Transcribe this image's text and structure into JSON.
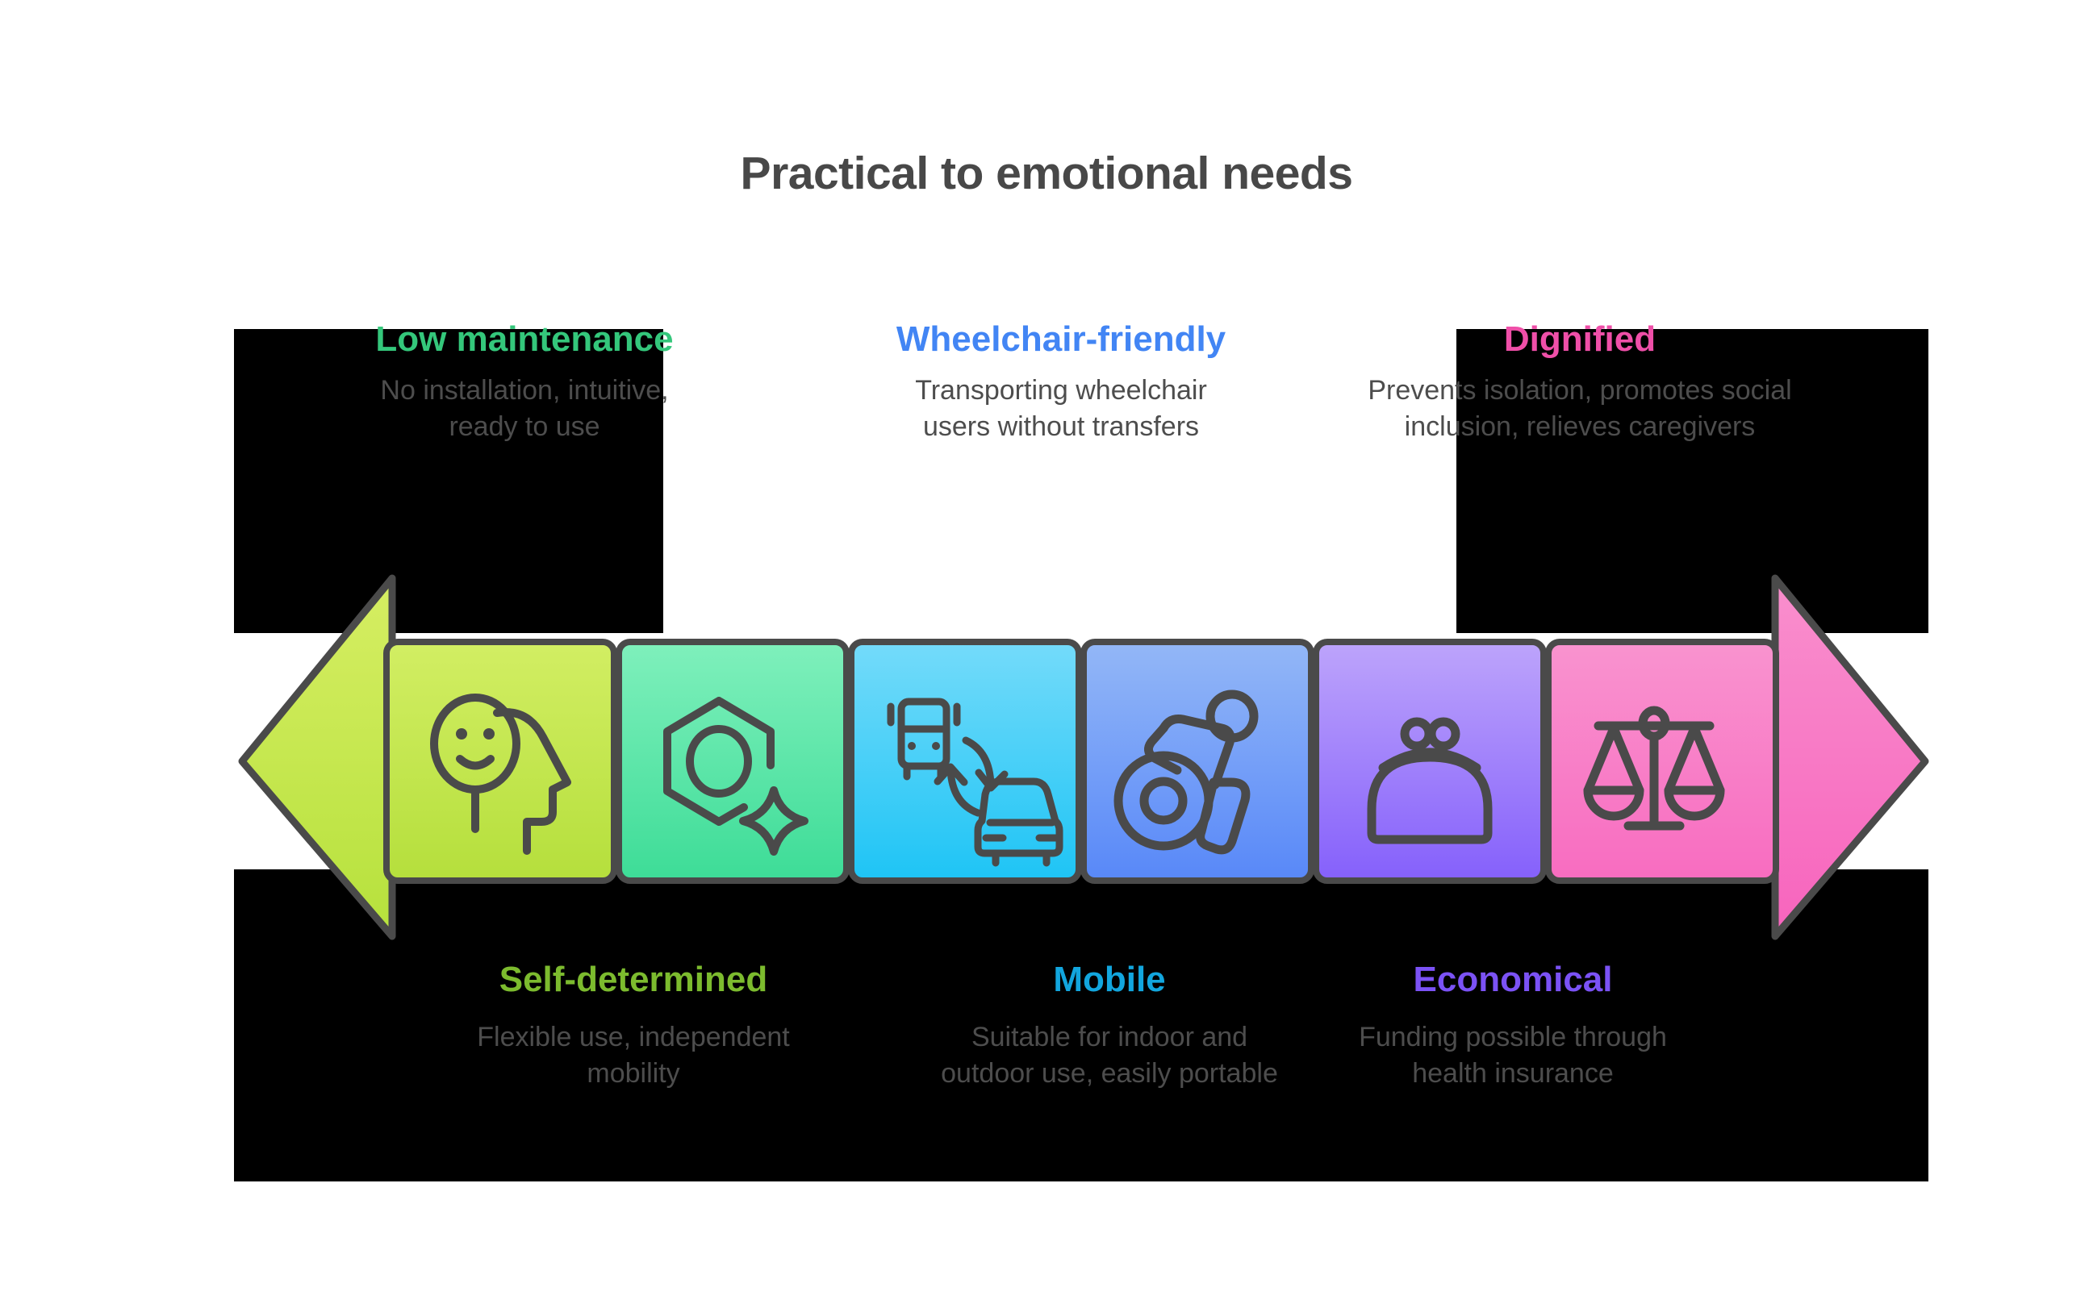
{
  "title": "Practical to emotional needs",
  "colors": {
    "title_text": "#484848",
    "body_text": "#4d4d4d",
    "stroke": "#4a4a4a",
    "backdrop": "#000000",
    "page_background": "#ffffff"
  },
  "callouts": {
    "top": [
      {
        "id": "low-maintenance",
        "headline": "Low maintenance",
        "headline_color": "#34c77b",
        "body": "No installation, intuitive, ready to use"
      },
      {
        "id": "wheelchair-friendly",
        "headline": "Wheelchair-friendly",
        "headline_color": "#4285f4",
        "body": "Transporting wheelchair users without transfers"
      },
      {
        "id": "dignified",
        "headline": "Dignified",
        "headline_color": "#ef4fa8",
        "body": "Prevents isolation, promotes social inclusion, relieves caregivers"
      }
    ],
    "bottom": [
      {
        "id": "self-determined",
        "headline": "Self-determined",
        "headline_color": "#7cbb2e",
        "body": "Flexible use, independent mobility"
      },
      {
        "id": "mobile",
        "headline": "Mobile",
        "headline_color": "#12a6de",
        "body": "Suitable for indoor and outdoor use, easily portable"
      },
      {
        "id": "economical",
        "headline": "Economical",
        "headline_color": "#7b52f5",
        "body": "Funding possible through health insurance"
      }
    ]
  },
  "arrow": {
    "direction": "bidirectional",
    "left_head_color_top": "#d6ee63",
    "left_head_color_bottom": "#b6e13c",
    "right_head_color_top": "#f98fcd",
    "right_head_color_bottom": "#f764bd"
  },
  "segments": [
    {
      "index": 1,
      "icon": "head-smiley-icon",
      "icon_label": "self-determined",
      "color_top": "#d2ee63",
      "color_bottom": "#b5df3c"
    },
    {
      "index": 2,
      "icon": "hex-nut-sparkle-icon",
      "icon_label": "low-maintenance",
      "color_top": "#7ff0bc",
      "color_bottom": "#3ddc97"
    },
    {
      "index": 3,
      "icon": "bus-car-transfer-icon",
      "icon_label": "mobile",
      "color_top": "#74dbfa",
      "color_bottom": "#1ec4f5"
    },
    {
      "index": 4,
      "icon": "active-wheelchair-user-icon",
      "icon_label": "wheelchair-friendly",
      "color_top": "#93b7f7",
      "color_bottom": "#5888f8"
    },
    {
      "index": 5,
      "icon": "coin-purse-icon",
      "icon_label": "economical",
      "color_top": "#bda4fb",
      "color_bottom": "#8560fb"
    },
    {
      "index": 6,
      "icon": "balance-scales-icon",
      "icon_label": "dignified",
      "color_top": "#f993cf",
      "color_bottom": "#f86cc0"
    }
  ]
}
